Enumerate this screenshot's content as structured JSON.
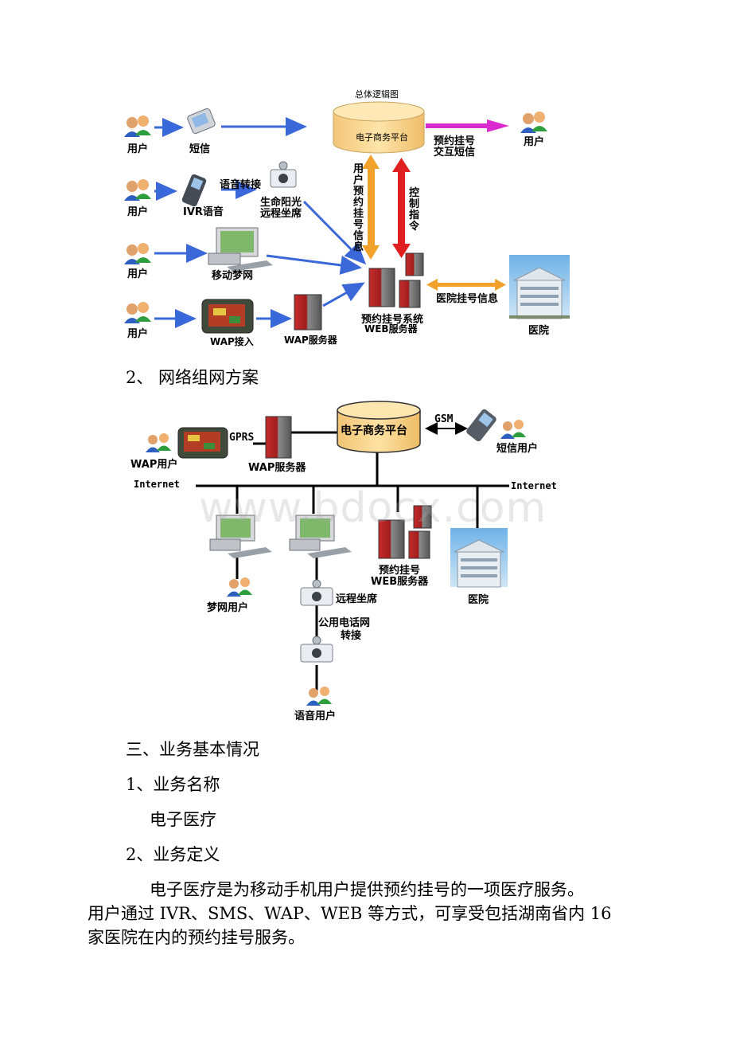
{
  "diagram1": {
    "title": "总体逻辑图",
    "platform": "电子商务平台",
    "user_label": "用户",
    "sms": "短信",
    "ivr": "IVR语音",
    "voice_transfer": "语音转接",
    "remote_seat": [
      "生命阳光",
      "远程坐席"
    ],
    "dream_net": "移动梦网",
    "wap_access": "WAP接入",
    "wap_server": "WAP服务器",
    "booking_sms": [
      "预约挂号",
      "交互短信"
    ],
    "user_booking_info": "用户预约挂号信息",
    "control_cmd": "控制指令",
    "web_server": [
      "预约挂号系统",
      "WEB服务器"
    ],
    "hospital_info": "医院挂号信息",
    "hospital": "医院"
  },
  "section2_heading": "2、 网络组网方案",
  "diagram2": {
    "platform": "电子商务平台",
    "gsm": "GSM",
    "sms_user": "短信用户",
    "gprs": "GPRS",
    "wap_user": "WAP用户",
    "wap_server": "WAP服务器",
    "internet_left": "Internet",
    "internet_right": "Internet",
    "dream_user": "梦网用户",
    "remote_seat": "远程坐席",
    "pstn": [
      "公用电话网",
      "转接"
    ],
    "voice_user": "语音用户",
    "web_server": [
      "预约挂号",
      "WEB服务器"
    ],
    "hospital": "医院",
    "watermark": "www.bdocx.com"
  },
  "text": {
    "section3": "三、业务基本情况",
    "item1": "1、业务名称",
    "name": "电子医疗",
    "item2": "2、业务定义",
    "para_line1": "电子医疗是为移动手机用户提供预约挂号的一项医疗服务。",
    "para_line2": "用户通过 IVR、SMS、WAP、WEB 等方式，可享受包括湖南省内 16",
    "para_line3": "家医院在内的预约挂号服务。"
  }
}
